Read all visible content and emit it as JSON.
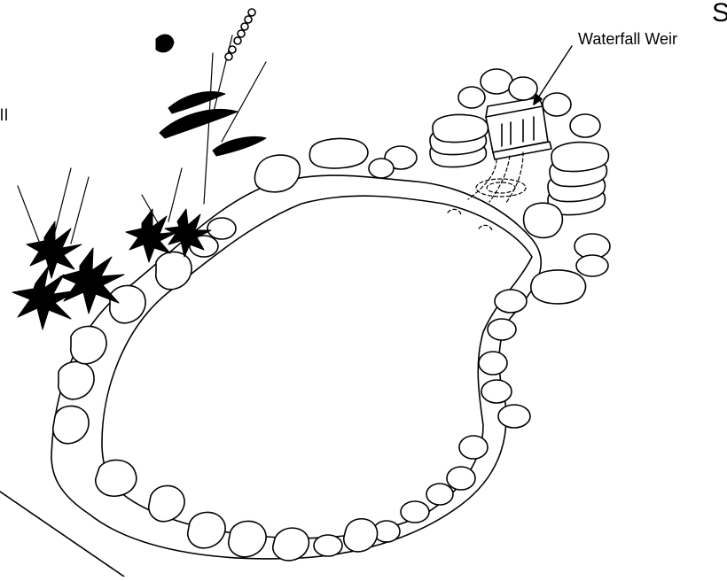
{
  "diagram": {
    "labels": {
      "waterfall_weir": "Waterfall Weir",
      "cropped_top_left": "S",
      "cropped_left": "ll"
    },
    "colors": {
      "line": "#000000",
      "background": "#ffffff",
      "foliage": "#000000"
    }
  }
}
